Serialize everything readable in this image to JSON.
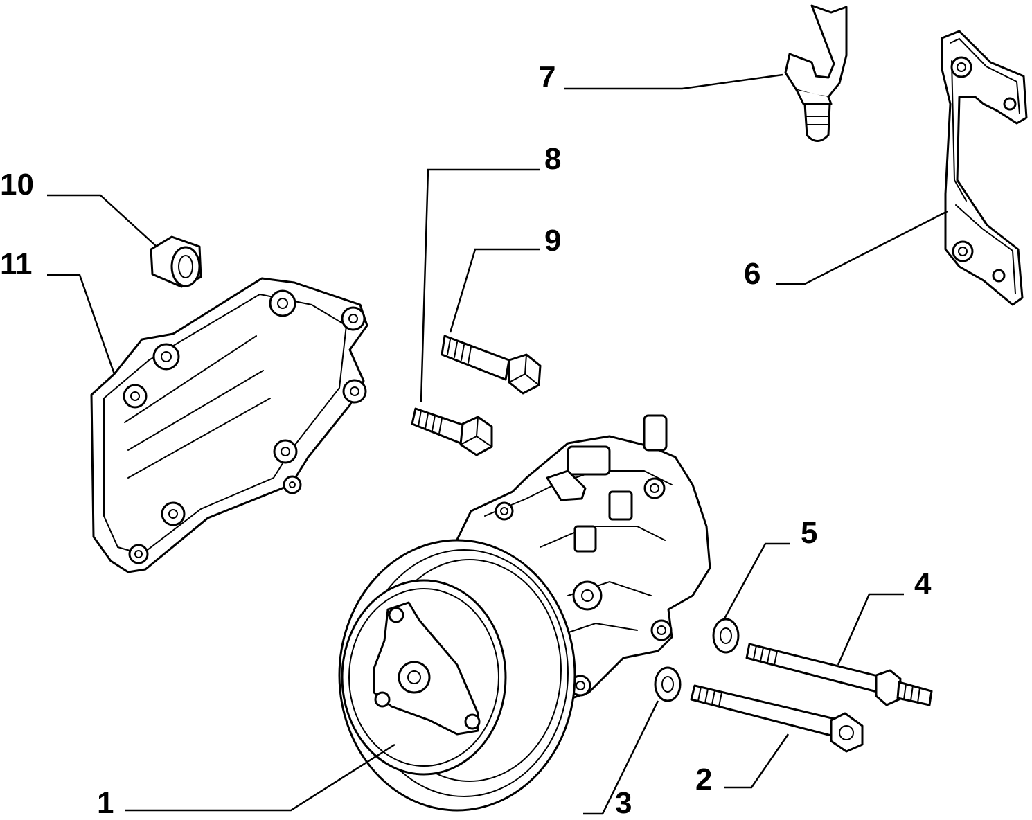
{
  "callouts": [
    {
      "id": "callout-1",
      "text": "1"
    },
    {
      "id": "callout-2",
      "text": "2"
    },
    {
      "id": "callout-3",
      "text": "3"
    },
    {
      "id": "callout-4",
      "text": "4"
    },
    {
      "id": "callout-5",
      "text": "5"
    },
    {
      "id": "callout-6",
      "text": "6"
    },
    {
      "id": "callout-7",
      "text": "7"
    },
    {
      "id": "callout-8",
      "text": "8"
    },
    {
      "id": "callout-9",
      "text": "9"
    },
    {
      "id": "callout-10",
      "text": "10"
    },
    {
      "id": "callout-11",
      "text": "11"
    }
  ]
}
